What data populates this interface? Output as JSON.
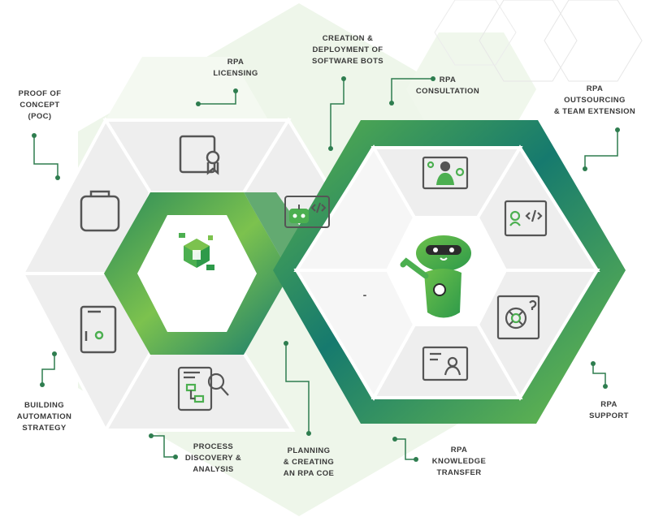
{
  "colors": {
    "accent_green": "#4caf50",
    "dark_green": "#2e7d4f",
    "teal": "#167a6e",
    "light_green": "#7cc24e",
    "tile_gray": "#eeeeee",
    "icon_gray": "#555555",
    "text": "#3a3a3a",
    "bg_tint": "#eef6ea"
  },
  "left_hub": {
    "center_icon": "green-cube-logo-icon",
    "tiles": [
      {
        "position": "top",
        "icon": "certificate-badge-icon"
      },
      {
        "position": "upper-left",
        "icon": "briefcase-icon"
      },
      {
        "position": "upper-right",
        "icon": "robot-code-icon"
      },
      {
        "position": "lower-left",
        "icon": "strategy-document-gear-icon"
      },
      {
        "position": "bottom",
        "icon": "process-magnifier-icon"
      }
    ]
  },
  "right_hub": {
    "center_icon": "green-robot-mascot-icon",
    "connector_mark": "-",
    "tiles": [
      {
        "position": "top",
        "icon": "consultant-screen-icon"
      },
      {
        "position": "upper-right",
        "icon": "developer-code-icon"
      },
      {
        "position": "lower-right",
        "icon": "lifebuoy-question-icon"
      },
      {
        "position": "bottom",
        "icon": "knowledge-user-screen-icon"
      }
    ]
  },
  "labels": {
    "proof_of_concept": [
      "PROOF OF",
      "CONCEPT",
      "(POC)"
    ],
    "rpa_licensing": [
      "RPA",
      "LICENSING"
    ],
    "creation_deployment": [
      "CREATION &",
      "DEPLOYMENT OF",
      "SOFTWARE BOTS"
    ],
    "rpa_consultation": [
      "RPA",
      "CONSULTATION"
    ],
    "rpa_outsourcing": [
      "RPA",
      "OUTSOURCING",
      "& TEAM EXTENSION"
    ],
    "building_automation": [
      "BUILDING",
      "AUTOMATION",
      "STRATEGY"
    ],
    "process_discovery": [
      "PROCESS",
      "DISCOVERY &",
      "ANALYSIS"
    ],
    "planning_coe": [
      "PLANNING",
      "& CREATING",
      "AN RPA CoE"
    ],
    "knowledge_transfer": [
      "RPA",
      "KNOWLEDGE",
      "TRANSFER"
    ],
    "rpa_support": [
      "RPA",
      "SUPPORT"
    ]
  }
}
